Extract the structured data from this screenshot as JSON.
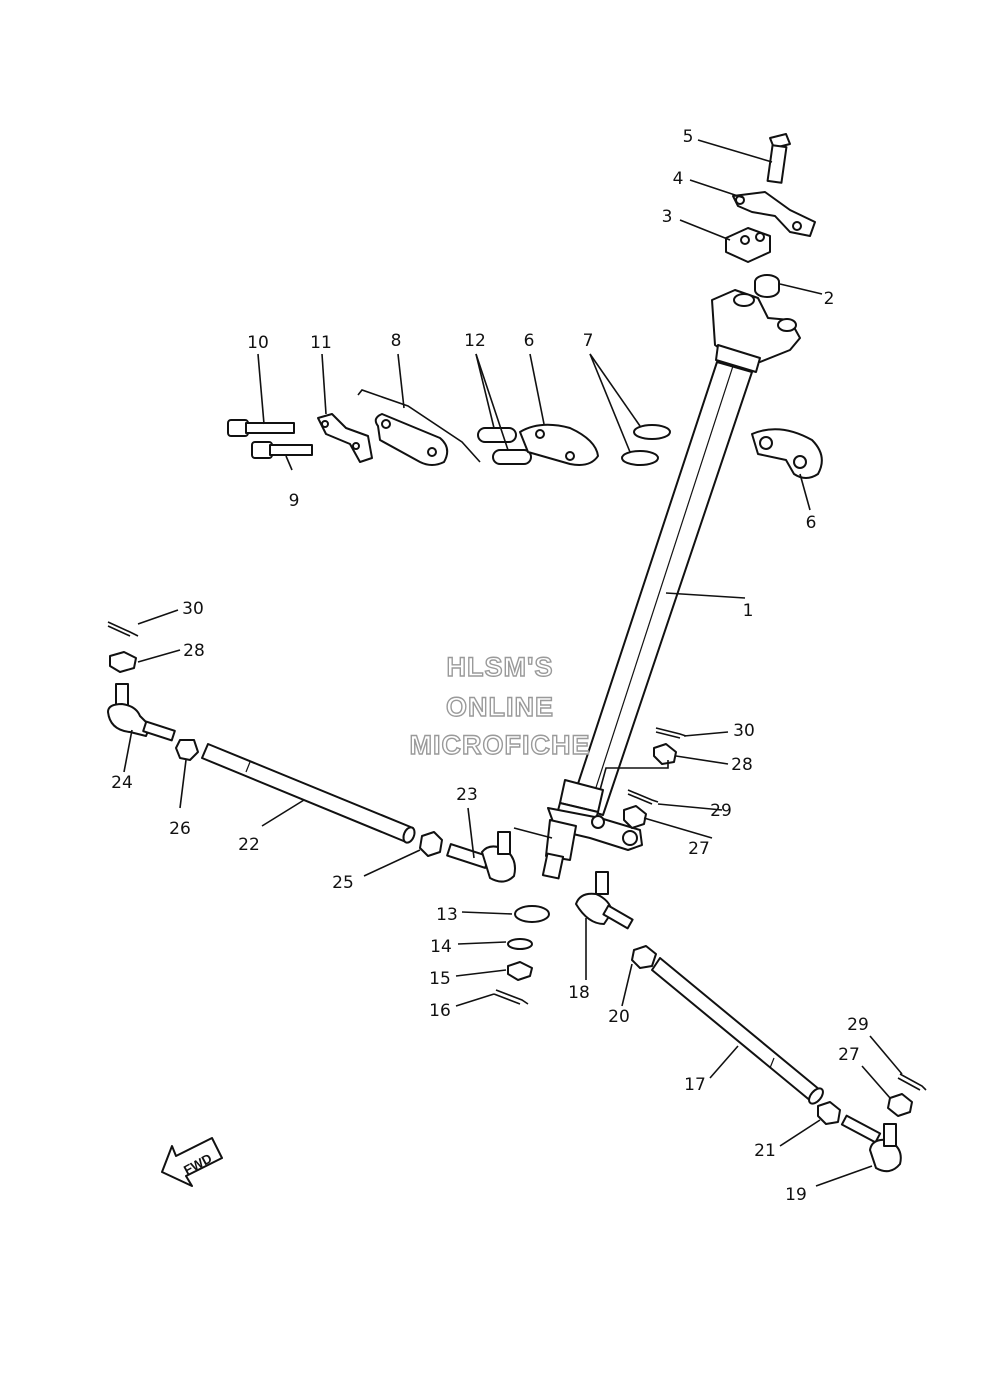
{
  "watermark": {
    "line1": "HLSM'S",
    "line2": "ONLINE",
    "line3": "MICROFICHE"
  },
  "direction_marker": {
    "label": "FWD",
    "icon": "forward-arrow-icon"
  },
  "callouts": {
    "p1": "1",
    "p2": "2",
    "p3": "3",
    "p4": "4",
    "p5": "5",
    "p6a": "6",
    "p6b": "6",
    "p7": "7",
    "p8": "8",
    "p9": "9",
    "p10": "10",
    "p11": "11",
    "p12": "12",
    "p13": "13",
    "p14": "14",
    "p15": "15",
    "p16": "16",
    "p17": "17",
    "p18": "18",
    "p19": "19",
    "p20": "20",
    "p21": "21",
    "p22": "22",
    "p23": "23",
    "p24": "24",
    "p25": "25",
    "p26": "26",
    "p27a": "27",
    "p27b": "27",
    "p28a": "28",
    "p28b": "28",
    "p29a": "29",
    "p29b": "29",
    "p30a": "30",
    "p30b": "30"
  }
}
